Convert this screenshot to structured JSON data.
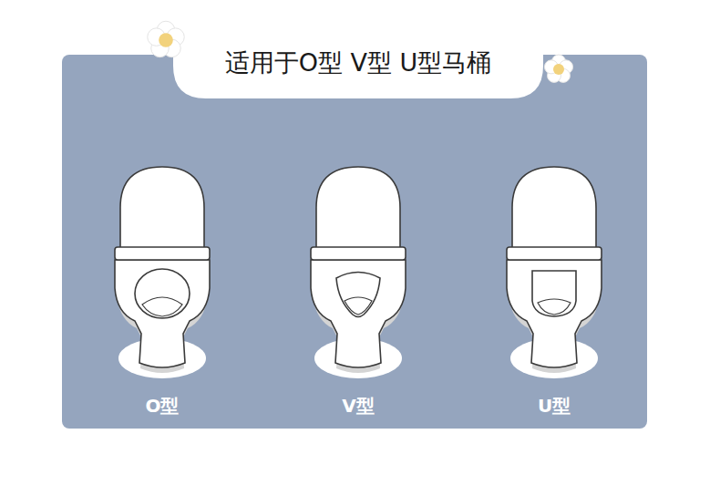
{
  "diagram": {
    "title": "适用于O型 V型 U型马桶",
    "labels": [
      "O型",
      "V型",
      "U型"
    ]
  }
}
